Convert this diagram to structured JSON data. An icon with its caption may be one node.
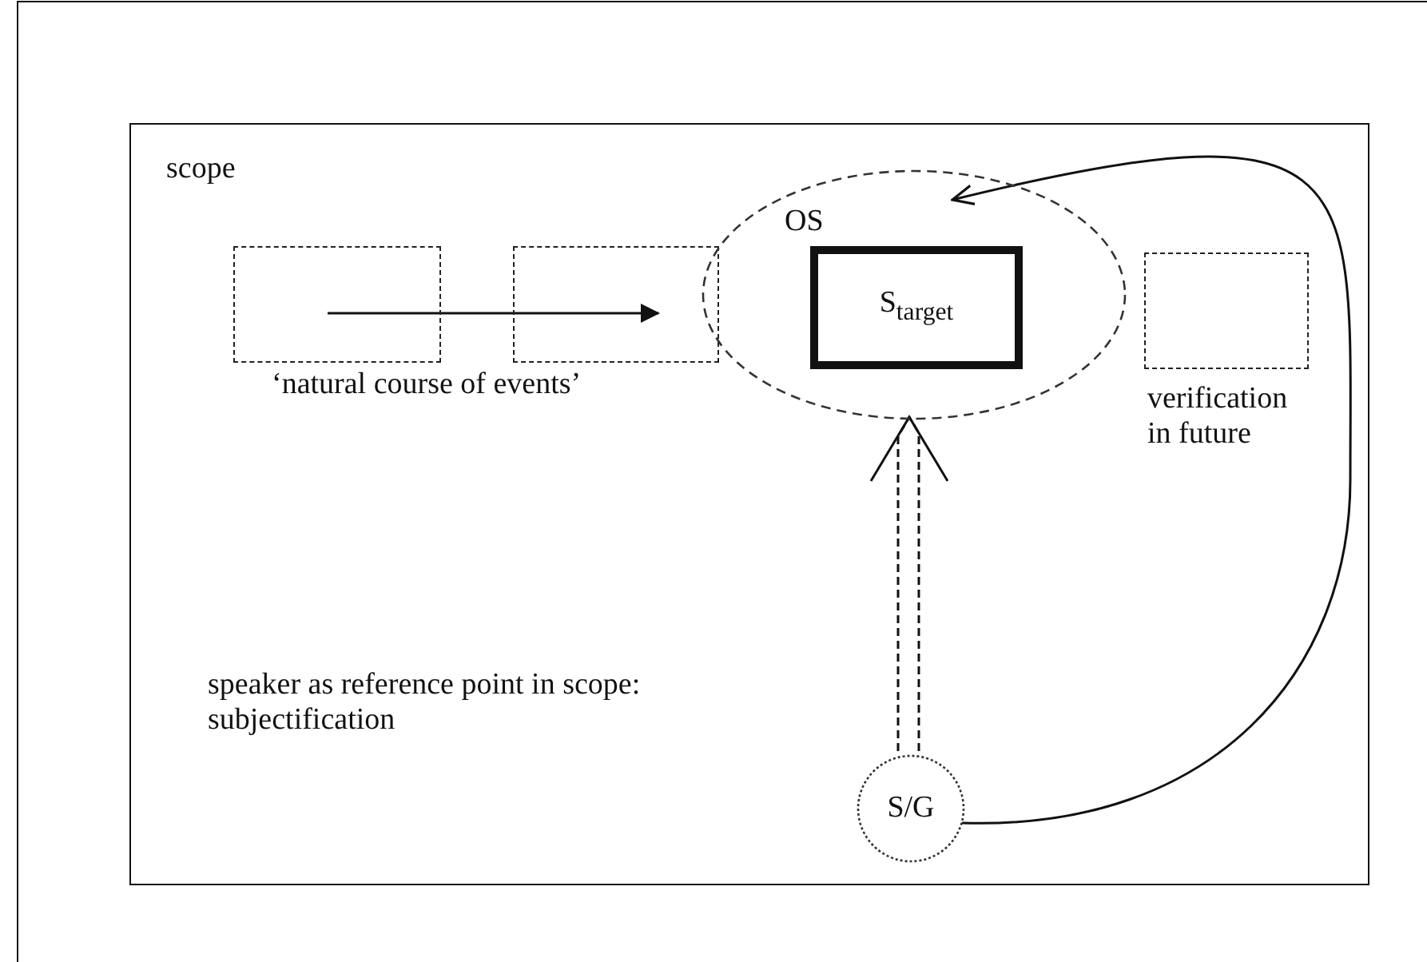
{
  "diagram": {
    "nodes": [
      {
        "text": [
          "scope"
        ]
      },
      {
        "text": [],
        "shape": "box",
        "in": 0
      },
      {
        "text": [],
        "shape": "box",
        "in": 0
      },
      {
        "text": [
          "OS"
        ],
        "in": 0
      },
      {
        "text": [
          "S$_{target}$"
        ],
        "in": 3
      },
      {
        "text": [],
        "shape": "box",
        "in": 0,
        "beside": [
          "verification in future"
        ]
      },
      {
        "text": [
          "S/G"
        ],
        "in": 0
      }
    ],
    "edges": [
      {
        "from": 1,
        "to": 2,
        "arrow": "to"
      },
      {
        "from": 6,
        "to": 3,
        "arrow": "to",
        "style": "dashed"
      },
      {
        "from": 6,
        "to": 3,
        "arrow": "to"
      }
    ],
    "labels": [
      "‘natural course of events’",
      "speaker as reference point in scope: subjectification"
    ]
  }
}
